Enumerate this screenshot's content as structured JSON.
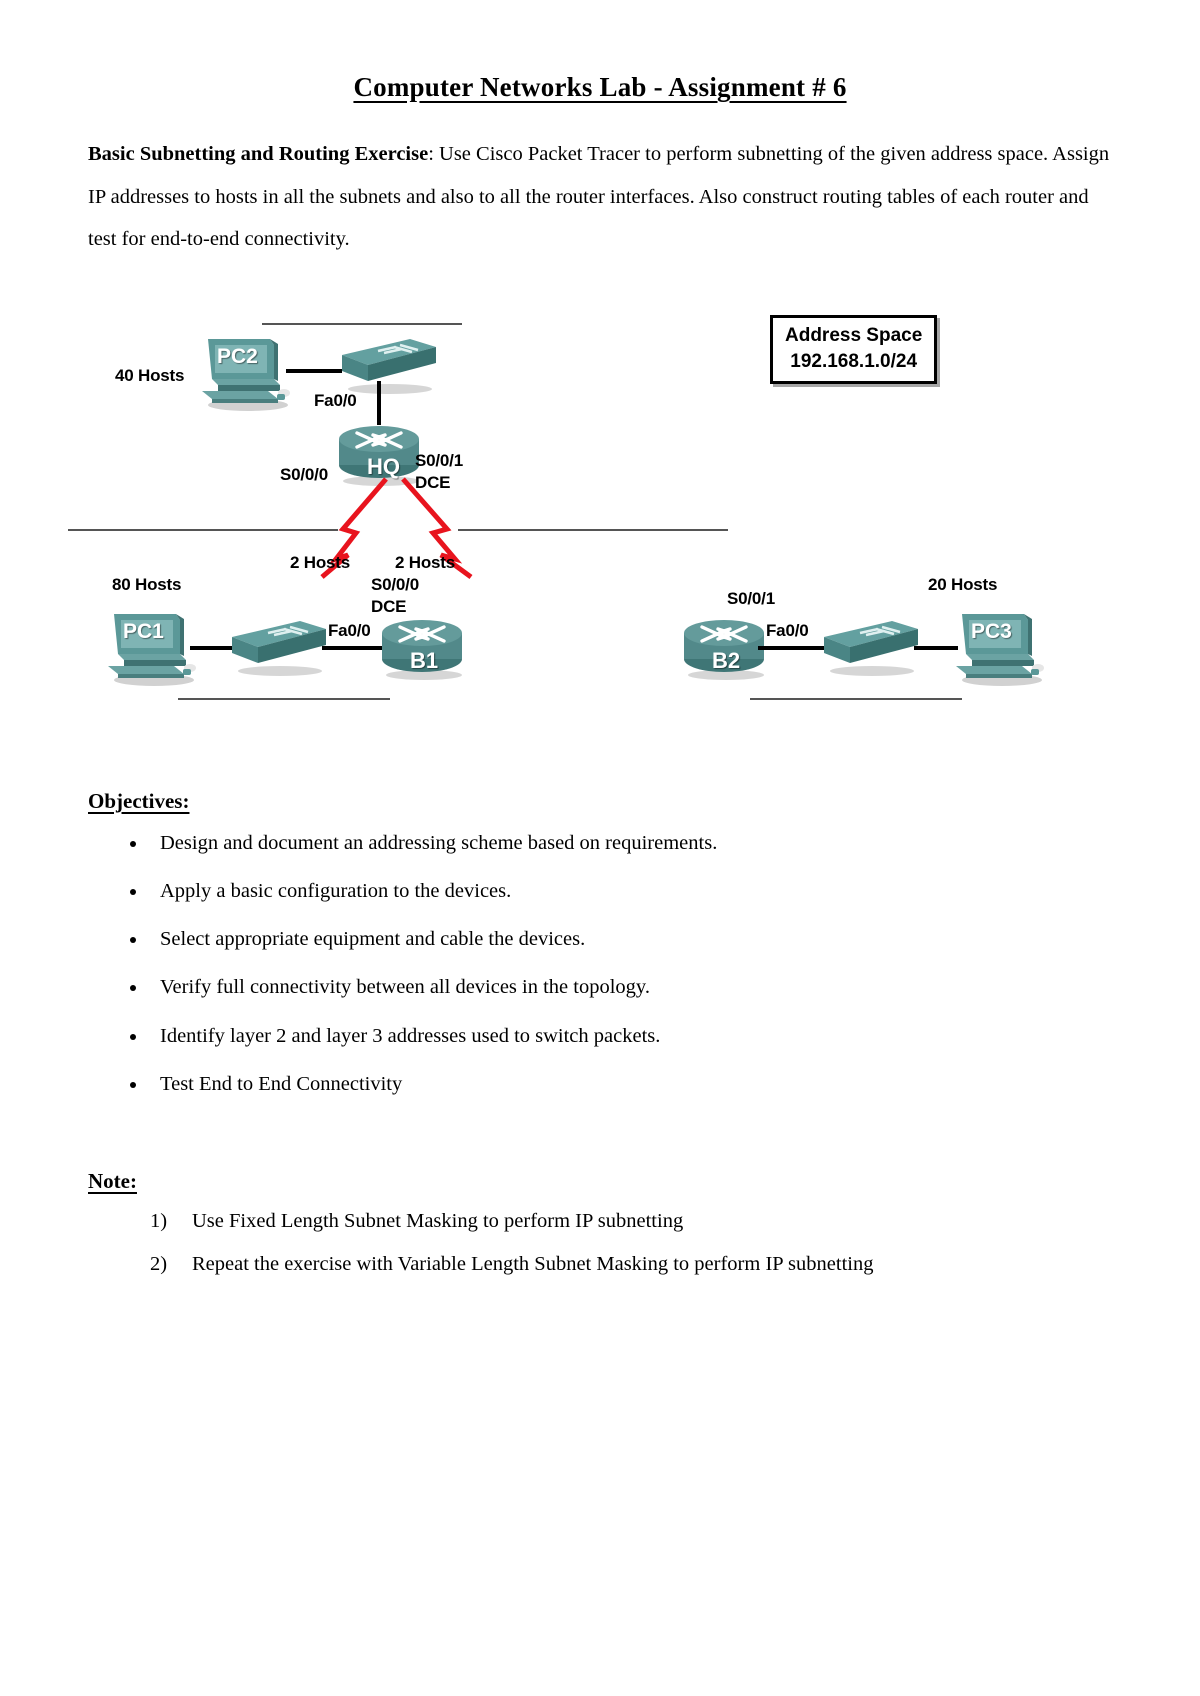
{
  "document": {
    "title": "Computer Networks Lab - Assignment # 6",
    "intro_bold": "Basic Subnetting and Routing Exercise",
    "intro_rest": ": Use Cisco Packet Tracer to perform subnetting of the given address space. Assign IP addresses to hosts in all the subnets and also to all the router interfaces. Also construct routing tables of each router and test for end-to-end connectivity."
  },
  "diagram": {
    "address_box": {
      "line1": "Address Space",
      "line2": "192.168.1.0/24"
    },
    "devices": {
      "pc1": "PC1",
      "pc2": "PC2",
      "pc3": "PC3",
      "hq": "HQ",
      "b1": "B1",
      "b2": "B2"
    },
    "host_labels": {
      "pc2_net": "40 Hosts",
      "pc1_net": "80 Hosts",
      "pc3_net": "20 Hosts",
      "wan_left": "2 Hosts",
      "wan_right": "2 Hosts"
    },
    "interfaces": {
      "hq_fa00": "Fa0/0",
      "hq_s000": "S0/0/0",
      "hq_s001": "S0/0/1",
      "hq_s001_dce": "DCE",
      "b1_s000": "S0/0/0",
      "b1_s000_dce": "DCE",
      "b1_fa00": "Fa0/0",
      "b2_s001": "S0/0/1",
      "b2_fa00": "Fa0/0"
    },
    "colors": {
      "device_teal": "#4f8c8c",
      "serial_link": "#e8141e",
      "ethernet_link": "#000000"
    }
  },
  "objectives": {
    "heading": "Objectives:",
    "items": [
      "Design and document an addressing scheme based on requirements.",
      "Apply a basic configuration to the devices.",
      "Select appropriate equipment and cable the devices.",
      "Verify full connectivity between all devices in the topology.",
      "Identify layer 2 and layer 3 addresses used to switch packets.",
      "Test End to End Connectivity"
    ]
  },
  "note": {
    "heading": "Note:",
    "items": [
      "Use Fixed Length Subnet Masking to perform IP subnetting",
      "Repeat the exercise with Variable Length Subnet Masking to perform IP subnetting"
    ]
  }
}
